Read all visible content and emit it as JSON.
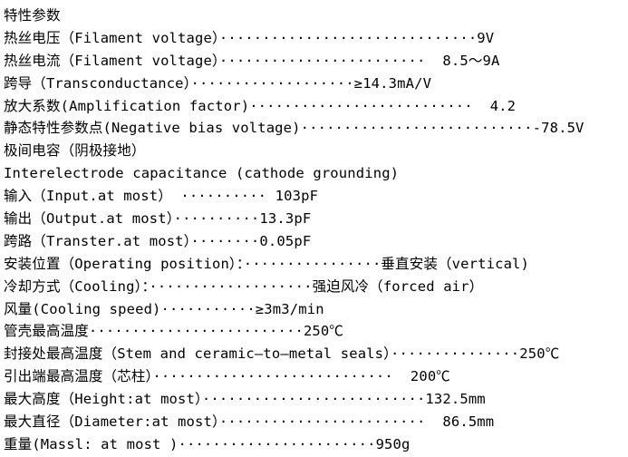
{
  "spec_sheet": {
    "lines": [
      "特性参数",
      "热丝电压（Filament voltage）······························9V",
      "热丝电流（Filament voltage）························  8.5～9A",
      "跨导（Transconductance）···················≥14.3mA/V",
      "放大系数(Amplification factor)··························  4.2",
      "静态特性参数点(Negative bias voltage)···························-78.5V",
      "极间电容（阴极接地）",
      "Interelectrode capacitance (cathode grounding)",
      "输入（Input.at most） ·········· 103pF",
      "输出（Output.at most）··········13.3pF",
      "跨路（Transter.at most）········0.05pF",
      "安装位置（Operating position）：················垂直安装（vertical)",
      "冷却方式（Cooling）：···················强迫风冷（forced air）",
      "风量(Cooling speed)···········≥3m3/min",
      "管壳最高温度·························250℃",
      "封接处最高温度（Stem and ceramic–to–metal seals）···············250℃",
      "引出端最高温度（芯柱）····························  200℃",
      "最大高度（Height:at most）··························132.5mm",
      "最大直径（Diameter:at most）························  86.5mm",
      "重量(Massl: at most )·······················950g"
    ]
  }
}
